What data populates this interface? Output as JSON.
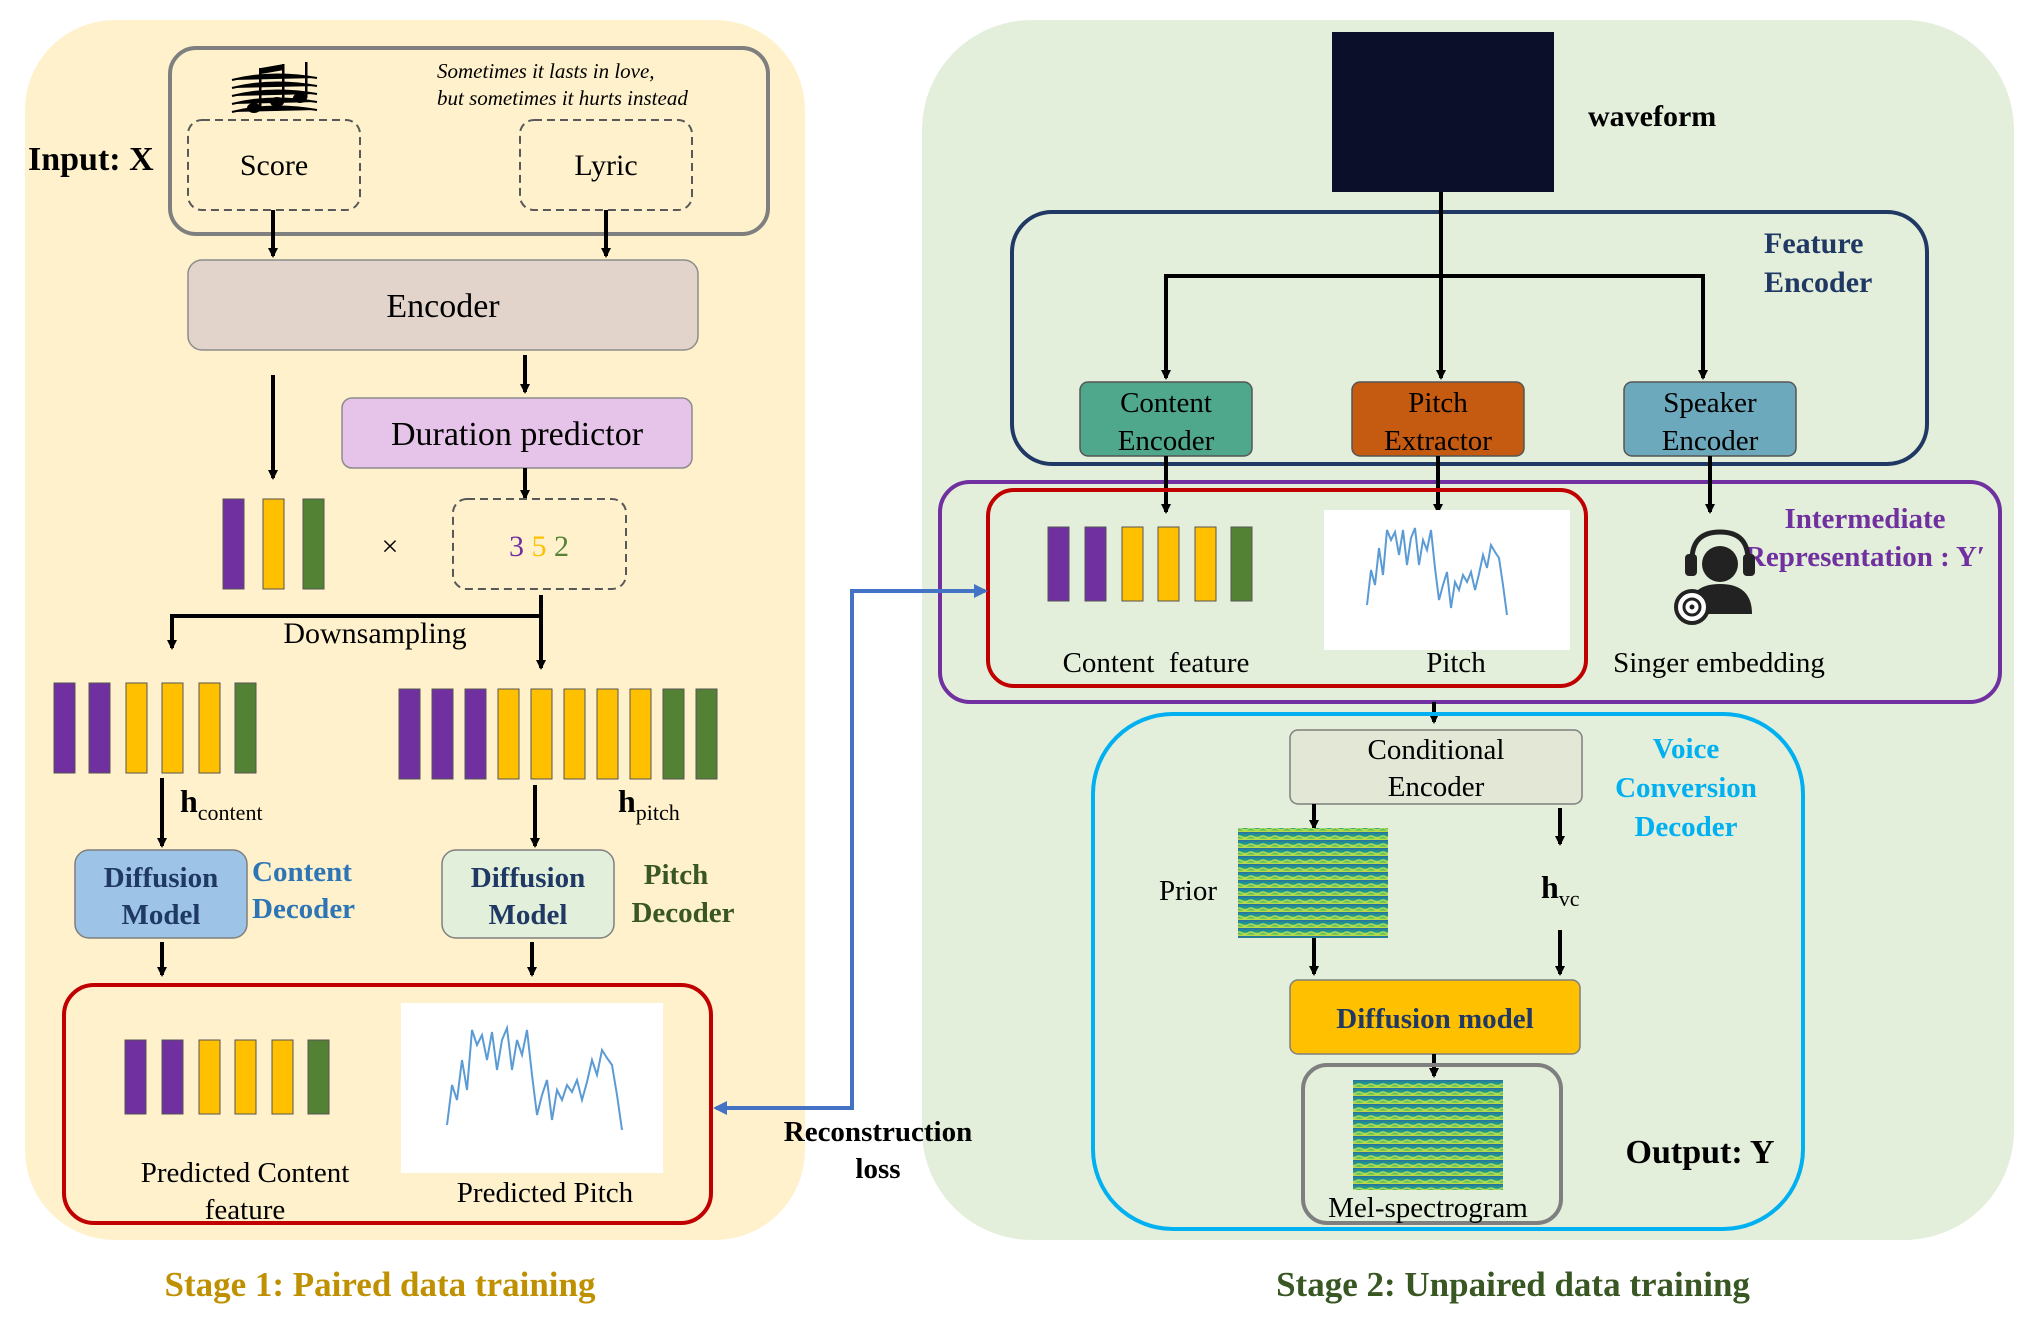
{
  "stage1": {
    "input_label": "Input: X",
    "lyric_text_line1": "Sometimes it lasts in love,",
    "lyric_text_line2": "but sometimes it hurts instead",
    "score_label": "Score",
    "lyric_label": "Lyric",
    "encoder_label": "Encoder",
    "duration_predictor_label": "Duration predictor",
    "times_symbol": "×",
    "durations": [
      "3",
      "5",
      "2"
    ],
    "downsampling_label": "Downsampling",
    "h_content": {
      "base": "h",
      "sub": "content"
    },
    "h_pitch": {
      "base": "h",
      "sub": "pitch"
    },
    "content_diffusion_label_line1": "Diffusion",
    "content_diffusion_label_line2": "Model",
    "content_decoder_label_line1": "Content",
    "content_decoder_label_line2": "Decoder",
    "pitch_diffusion_label_line1": "Diffusion",
    "pitch_diffusion_label_line2": "Model",
    "pitch_decoder_label_line1": "Pitch",
    "pitch_decoder_label_line2": "Decoder",
    "predicted_content_line1": "Predicted Content",
    "predicted_content_line2": "feature",
    "predicted_pitch_label": "Predicted Pitch",
    "caption": "Stage 1: Paired data training"
  },
  "reconstruction_loss_line1": "Reconstruction",
  "reconstruction_loss_line2": "loss",
  "stage2": {
    "waveform_label": "waveform",
    "feature_encoder_line1": "Feature",
    "feature_encoder_line2": "Encoder",
    "content_encoder_line1": "Content",
    "content_encoder_line2": "Encoder",
    "pitch_extractor_line1": "Pitch",
    "pitch_extractor_line2": "Extractor",
    "speaker_encoder_line1": "Speaker",
    "speaker_encoder_line2": "Encoder",
    "intermediate_line1": "Intermediate",
    "intermediate_line2": "Representation : Y′",
    "content_feature_label": "Content  feature",
    "pitch_label": "Pitch",
    "singer_embedding_label": "Singer embedding",
    "conditional_encoder_line1": "Conditional",
    "conditional_encoder_line2": "Encoder",
    "vc_decoder_line1": "Voice",
    "vc_decoder_line2": "Conversion",
    "vc_decoder_line3": "Decoder",
    "prior_label": "Prior",
    "h_vc": {
      "base": "h",
      "sub": "vc"
    },
    "diffusion_model_label": "Diffusion model",
    "mel_label": "Mel-spectrogram",
    "output_label": "Output: Y",
    "caption": "Stage 2: Unpaired data training"
  },
  "colors": {
    "purple": "#7030A0",
    "yellow": "#FFC000",
    "green": "#548235",
    "stage1_bg": "#FEF1CC",
    "stage2_bg": "#E3EFDA",
    "stage1_caption": "#BF9000",
    "stage2_caption": "#385723",
    "red_border": "#C00000",
    "feature_encoder_border": "#1F3864",
    "intermediate_border": "#7030A0",
    "vc_border": "#00B0F0",
    "link_blue": "#4472C4"
  },
  "icons": [
    "music-notes-icon",
    "waveform-image-icon",
    "singer-icon",
    "spectrogram-icon",
    "pitch-curve-icon"
  ]
}
